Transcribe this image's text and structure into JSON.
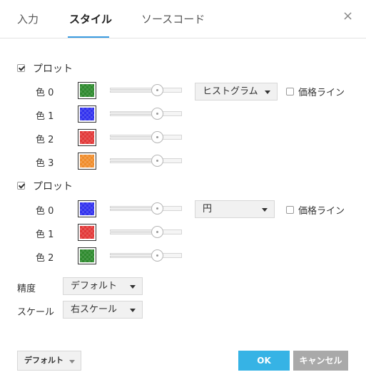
{
  "tabs": {
    "input": "入力",
    "style": "スタイル",
    "source": "ソースコード"
  },
  "close_glyph": "×",
  "plot1": {
    "label": "プロット",
    "checked": true,
    "price_line_label": "価格ライン",
    "type_select": "ヒストグラム",
    "colors": [
      {
        "label": "色 0",
        "color": "#2e8a2e",
        "opacity": 0.65
      },
      {
        "label": "色 1",
        "color": "#3131ee",
        "opacity": 0.65
      },
      {
        "label": "色 2",
        "color": "#e23838",
        "opacity": 0.65
      },
      {
        "label": "色 3",
        "color": "#f08c2a",
        "opacity": 0.65
      }
    ]
  },
  "plot2": {
    "label": "プロット",
    "checked": true,
    "price_line_label": "価格ライン",
    "type_select": "円",
    "colors": [
      {
        "label": "色 0",
        "color": "#3131ee",
        "opacity": 0.65
      },
      {
        "label": "色 1",
        "color": "#e23838",
        "opacity": 0.65
      },
      {
        "label": "色 2",
        "color": "#2e8a2e",
        "opacity": 0.65
      }
    ]
  },
  "precision": {
    "label": "精度",
    "value": "デフォルト"
  },
  "scale": {
    "label": "スケール",
    "value": "右スケール"
  },
  "footer": {
    "defaults": "デフォルト",
    "ok": "OK",
    "cancel": "キャンセル"
  },
  "accent_color": "#3a9be0"
}
